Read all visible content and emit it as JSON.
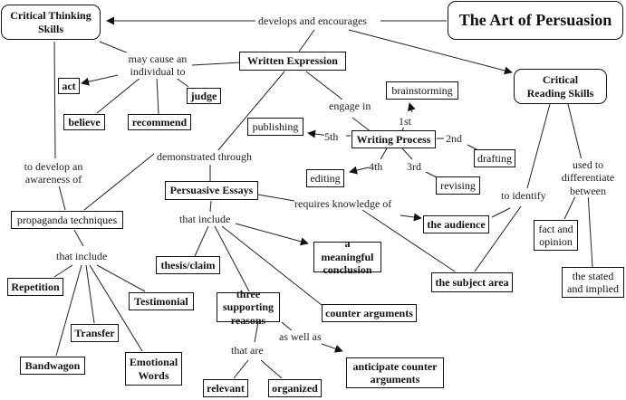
{
  "title": "The Art of Persuasion",
  "nodes": {
    "art_of_persuasion": "The Art of Persuasion",
    "critical_thinking": "Critical Thinking Skills",
    "critical_reading": "Critical Reading Skills",
    "written_expression": "Written Expression",
    "act": "act",
    "believe": "believe",
    "recommend": "recommend",
    "judge": "judge",
    "brainstorming": "brainstorming",
    "publishing": "publishing",
    "writing_process": "Writing Process",
    "drafting": "drafting",
    "editing": "editing",
    "revising": "revising",
    "persuasive_essays": "Persuasive Essays",
    "the_audience": "the audience",
    "propaganda_techniques": "propaganda techniques",
    "repetition": "Repetition",
    "testimonial": "Testimonial",
    "transfer": "Transfer",
    "bandwagon": "Bandwagon",
    "emotional_words": "Emotional Words",
    "thesis_claim": "thesis/claim",
    "meaningful_conclusion": "a meaningful conclusion",
    "three_supporting_reasons": "three supporting reasons",
    "counter_arguments": "counter arguments",
    "anticipate_counter_arguments": "anticipate counter arguments",
    "relevant": "relevant",
    "organized": "organized",
    "the_subject_area": "the subject area",
    "fact_and_opinion": "fact and opinion",
    "stated_and_implied": "the stated and implied"
  },
  "links": {
    "develops_and_encourages": "develops and encourages",
    "may_cause_an_individual_to": "may cause an individual to",
    "engage_in": "engage in",
    "first": "1st",
    "second": "2nd",
    "third": "3rd",
    "fourth": "4th",
    "fifth": "5th",
    "demonstrated_through": "demonstrated through",
    "to_develop_an_awareness_of": "to develop an awareness of",
    "that_include_propaganda": "that include",
    "that_include_essays": "that  include",
    "requires_knowledge_of": "requires knowledge of",
    "to_identify": "to identify",
    "used_to_differentiate_between": "used to differentiate between",
    "that_are": "that are",
    "as_well_as": "as well as"
  }
}
